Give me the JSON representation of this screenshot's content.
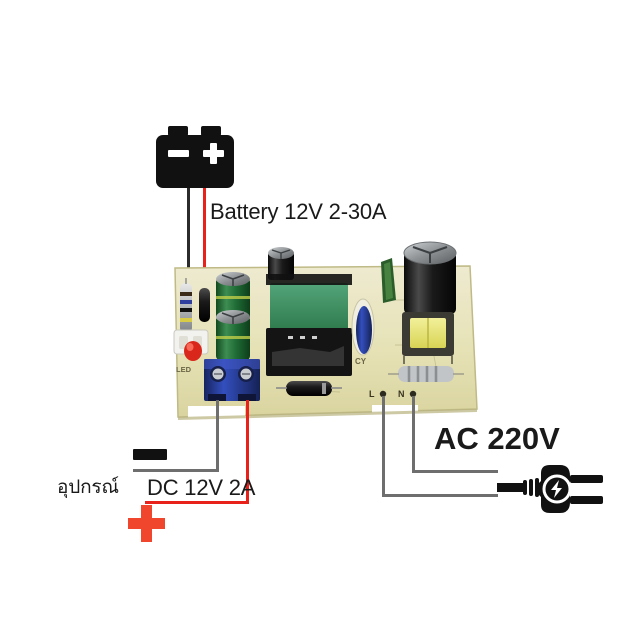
{
  "diagram": {
    "title_alt": "AC 220V to DC 12V power supply module wiring diagram",
    "background_color": "#ffffff"
  },
  "labels": {
    "battery": "Battery 12V 2-30A",
    "dc_output": "DC 12V 2A",
    "device_thai": "อุปกรณ์",
    "ac_input": "AC 220V"
  },
  "icons": {
    "battery": "battery-icon",
    "plug": "power-plug-icon",
    "minus": "minus-sign",
    "plus": "plus-sign"
  },
  "pcb": {
    "silkscreen": {
      "led": "LED",
      "cy": "CY",
      "line": "L",
      "neutral": "N"
    },
    "colors": {
      "board": "#e6e2b8",
      "transformer_green": "#3f8f5e",
      "transformer_yellow": "#ebe86a",
      "terminal_blue": "#2a43a8",
      "cap_green": "#1e6b3a",
      "cap_black": "#151515",
      "led_red": "#d9281b",
      "cap_blue": "#2f6fd0"
    }
  },
  "wires": {
    "battery_negative_color": "#2b2b2b",
    "battery_positive_color": "#e8211a",
    "dc_negative_color": "#6e6e6e",
    "dc_positive_color": "#e8211a",
    "ac_line_color": "#6e6e6e",
    "ac_neutral_color": "#6e6e6e"
  },
  "connections": [
    {
      "from": "battery-negative-terminal",
      "to": "pcb-output-negative"
    },
    {
      "from": "battery-positive-terminal",
      "to": "pcb-output-positive"
    },
    {
      "from": "pcb-terminal-block-left",
      "to": "dc-output-negative"
    },
    {
      "from": "pcb-terminal-block-right",
      "to": "dc-output-positive"
    },
    {
      "from": "pcb-pad-L",
      "to": "ac-plug"
    },
    {
      "from": "pcb-pad-N",
      "to": "ac-plug"
    }
  ]
}
